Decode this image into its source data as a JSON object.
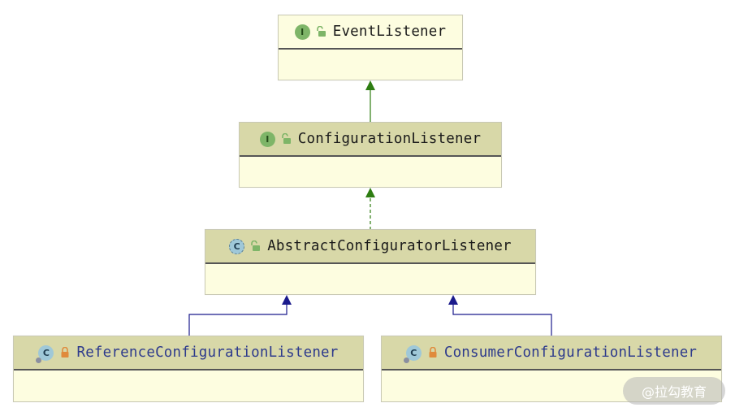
{
  "nodes": {
    "event_listener": {
      "name": "EventListener",
      "kind_letter": "I",
      "visibility": "public"
    },
    "configuration_listener": {
      "name": "ConfigurationListener",
      "kind_letter": "I",
      "visibility": "public"
    },
    "abstract_configurator_listener": {
      "name": "AbstractConfiguratorListener",
      "kind_letter": "C",
      "visibility": "public"
    },
    "reference_configuration_listener": {
      "name": "ReferenceConfigurationListener",
      "kind_letter": "C",
      "visibility": "private"
    },
    "consumer_configuration_listener": {
      "name": "ConsumerConfigurationListener",
      "kind_letter": "C",
      "visibility": "private"
    }
  },
  "edges": [
    {
      "from": "configuration_listener",
      "to": "event_listener",
      "relation": "extends",
      "color": "#2e7d12"
    },
    {
      "from": "abstract_configurator_listener",
      "to": "configuration_listener",
      "relation": "implements",
      "color": "#2e7d12"
    },
    {
      "from": "reference_configuration_listener",
      "to": "abstract_configurator_listener",
      "relation": "extends",
      "color": "#1a1a8c"
    },
    {
      "from": "consumer_configuration_listener",
      "to": "abstract_configurator_listener",
      "relation": "extends",
      "color": "#1a1a8c"
    }
  ],
  "colors": {
    "node_fill": "#fdfde0",
    "header_shaded": "#d8d8a8",
    "interface_badge": "#7eb568",
    "class_badge": "#9fc8d8",
    "lock_public": "#7eb568",
    "lock_private": "#e08a3c"
  },
  "watermark": "@拉勾教育"
}
